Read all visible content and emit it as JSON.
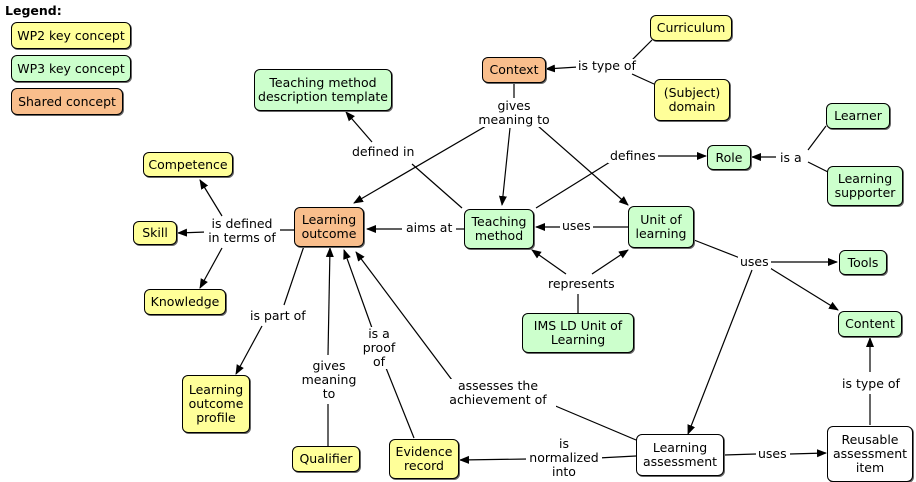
{
  "legend": {
    "title": "Legend:",
    "wp2": "WP2 key concept",
    "wp3": "WP3 key concept",
    "shared": "Shared concept"
  },
  "nodes": {
    "competence": "Competence",
    "skill": "Skill",
    "knowledge": "Knowledge",
    "learning_outcome": "Learning outcome",
    "learning_outcome_profile": "Learning outcome profile",
    "qualifier": "Qualifier",
    "evidence_record": "Evidence record",
    "teaching_method_template": "Teaching method description template",
    "context": "Context",
    "curriculum": "Curriculum",
    "subject_domain": "(Subject) domain",
    "teaching_method": "Teaching method",
    "unit_of_learning": "Unit of learning",
    "role": "Role",
    "learner": "Learner",
    "learning_supporter": "Learning supporter",
    "ims_ld": "IMS LD Unit of Learning",
    "tools": "Tools",
    "content": "Content",
    "learning_assessment": "Learning assessment",
    "reusable_item": "Reusable assessment item"
  },
  "links": {
    "is_type_of_top": "is type of",
    "gives_meaning_to_top": "gives meaning to",
    "defined_in": "defined in",
    "defines": "defines",
    "is_a": "is a",
    "is_defined_in_terms_of": "is defined in terms of",
    "aims_at": "aims at",
    "uses_tm": "uses",
    "represents": "represents",
    "uses_uol": "uses",
    "is_part_of": "is part of",
    "gives_meaning_to_bottom": "gives meaning to",
    "is_a_proof_of": "is a proof of",
    "assesses": "assesses the achievement of",
    "is_normalized_into": "is normalized into",
    "uses_la": "uses",
    "is_type_of_bottom": "is type of"
  }
}
